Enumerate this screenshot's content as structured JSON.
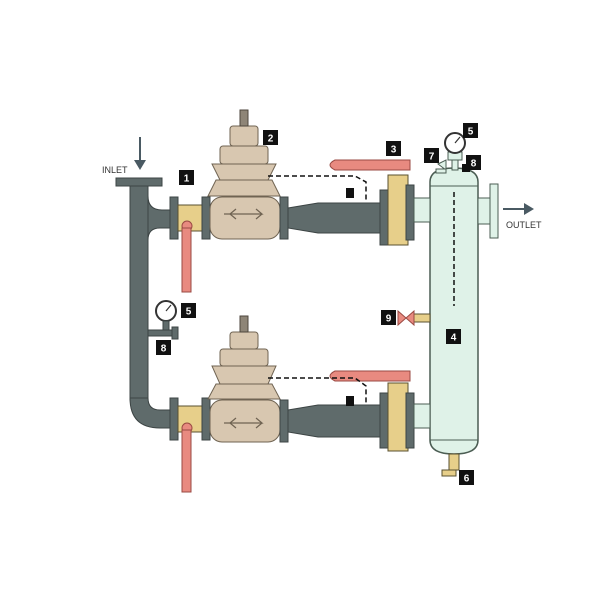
{
  "labels": {
    "inlet": "INLET",
    "outlet": "OUTLET"
  },
  "badges": {
    "valve": "1",
    "regulator": "2",
    "outlet_valve": "3",
    "separator": "4",
    "gauge_top": "5",
    "gauge_mid": "5",
    "drain": "6",
    "vent": "7",
    "tap_top": "8",
    "tap_mid": "8",
    "side_valve": "9"
  },
  "colors": {
    "pipe": "#5f6b6b",
    "pipe_edge": "#3c4444",
    "regulator_body": "#d8c7b0",
    "valve_yellow": "#e7cf8a",
    "handle_red": "#e88a80",
    "separator_fill": "#dff2e8",
    "badge": "#111111"
  }
}
